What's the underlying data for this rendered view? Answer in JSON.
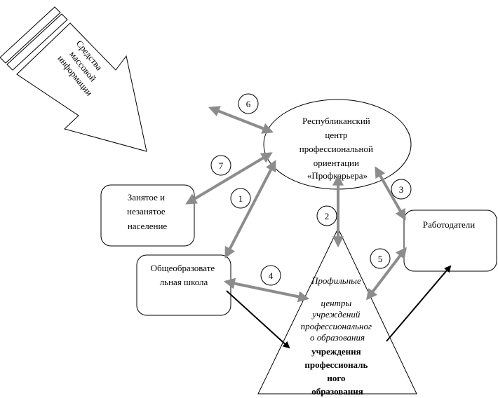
{
  "media": {
    "lines": [
      "Средства",
      "массовой",
      "информации"
    ]
  },
  "center": {
    "lines": [
      "Республиканский",
      "центр",
      "профессиональной",
      "ориентации",
      "«Профкарьера»"
    ]
  },
  "population": {
    "lines": [
      "Занятое и",
      "незанятое",
      "население"
    ]
  },
  "school": {
    "lines": [
      "Общеобразовате",
      "льная школа"
    ]
  },
  "employers": {
    "label": "Работодатели"
  },
  "triangle": {
    "italic_lines": [
      "Профильные",
      "",
      "центры",
      "учреждений",
      "профессиональног",
      "о образования"
    ],
    "bold_lines": [
      "учреждения",
      "профессиональ",
      "ного",
      "образования"
    ]
  },
  "arrows": [
    {
      "number": "1"
    },
    {
      "number": "2"
    },
    {
      "number": "3"
    },
    {
      "number": "4"
    },
    {
      "number": "5"
    },
    {
      "number": "6"
    },
    {
      "number": "7"
    }
  ],
  "colors": {
    "gray_arrow": "#8c8c8c",
    "black_arrow": "#000000",
    "stroke": "#000000"
  }
}
